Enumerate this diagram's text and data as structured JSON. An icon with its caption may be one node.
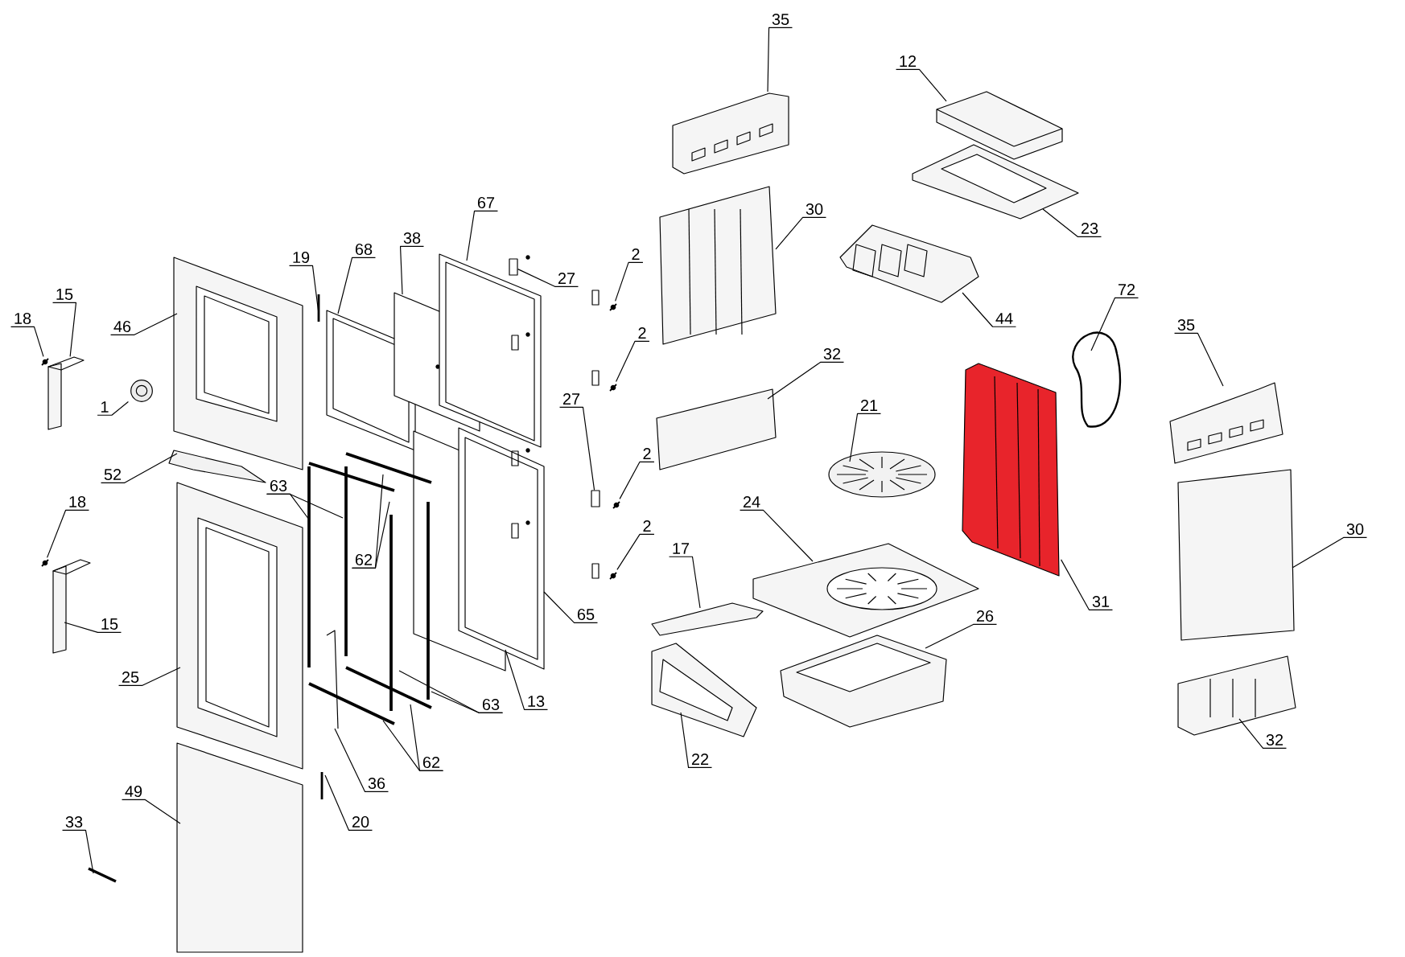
{
  "diagram": {
    "nodes": [
      {
        "text": [
          "35"
        ]
      },
      {
        "text": [
          "12"
        ]
      },
      {
        "text": [
          "67"
        ]
      },
      {
        "text": [
          "30"
        ]
      },
      {
        "text": [
          "23"
        ]
      },
      {
        "text": [
          "38"
        ]
      },
      {
        "text": [
          "68"
        ]
      },
      {
        "text": [
          "2"
        ]
      },
      {
        "text": [
          "19"
        ]
      },
      {
        "text": [
          "27"
        ]
      },
      {
        "text": [
          "72"
        ]
      },
      {
        "text": [
          "15"
        ]
      },
      {
        "text": [
          "44"
        ]
      },
      {
        "text": [
          "18"
        ]
      },
      {
        "text": [
          "35"
        ]
      },
      {
        "text": [
          "46"
        ]
      },
      {
        "text": [
          "2"
        ]
      },
      {
        "text": [
          "32"
        ]
      },
      {
        "text": [
          "27"
        ]
      },
      {
        "text": [
          "21"
        ]
      },
      {
        "text": [
          "1"
        ]
      },
      {
        "text": [
          "2"
        ]
      },
      {
        "text": [
          "52"
        ]
      },
      {
        "text": [
          "63"
        ]
      },
      {
        "text": [
          "18"
        ]
      },
      {
        "text": [
          "24"
        ]
      },
      {
        "text": [
          "2"
        ]
      },
      {
        "text": [
          "30"
        ]
      },
      {
        "text": [
          "17"
        ]
      },
      {
        "text": [
          "62"
        ]
      },
      {
        "text": [
          "31"
        ]
      },
      {
        "text": [
          "65"
        ]
      },
      {
        "text": [
          "26"
        ]
      },
      {
        "text": [
          "15"
        ]
      },
      {
        "text": [
          "25"
        ]
      },
      {
        "text": [
          "13"
        ]
      },
      {
        "text": [
          "63"
        ]
      },
      {
        "text": [
          "32"
        ]
      },
      {
        "text": [
          "22"
        ]
      },
      {
        "text": [
          "62"
        ]
      },
      {
        "text": [
          "36"
        ]
      },
      {
        "text": [
          "49"
        ]
      },
      {
        "text": [
          "33"
        ]
      },
      {
        "text": [
          "20"
        ]
      },
      {
        "text": [],
        "shape": "picture"
      },
      {
        "text": [],
        "shape": "picture"
      },
      {
        "text": [],
        "shape": "picture"
      },
      {
        "text": [],
        "shape": "picture"
      },
      {
        "text": [],
        "shape": "box"
      },
      {
        "text": [],
        "shape": "box"
      },
      {
        "text": [],
        "shape": "picture"
      },
      {
        "text": [],
        "shape": "picture"
      },
      {
        "text": [],
        "shape": "picture"
      },
      {
        "text": [],
        "shape": "picture"
      },
      {
        "text": [],
        "shape": "picture"
      }
    ],
    "edges": [
      {
        "from": 0,
        "to": null,
        "arrow": "none"
      },
      {
        "from": 1,
        "to": null,
        "arrow": "none"
      },
      {
        "from": 2,
        "to": null,
        "arrow": "none"
      },
      {
        "from": 3,
        "to": null,
        "arrow": "none"
      },
      {
        "from": 4,
        "to": null,
        "arrow": "none"
      },
      {
        "from": 5,
        "to": null,
        "arrow": "none"
      },
      {
        "from": 6,
        "to": null,
        "arrow": "none"
      },
      {
        "from": 7,
        "to": 44,
        "arrow": "none"
      },
      {
        "from": 8,
        "to": null,
        "arrow": "none"
      },
      {
        "from": 9,
        "to": 48,
        "arrow": "none"
      },
      {
        "from": 10,
        "to": null,
        "arrow": "none"
      },
      {
        "from": 11,
        "to": 50,
        "arrow": "none"
      },
      {
        "from": 12,
        "to": null,
        "arrow": "none"
      },
      {
        "from": 13,
        "to": 51,
        "arrow": "none"
      },
      {
        "from": 14,
        "to": null,
        "arrow": "none"
      },
      {
        "from": 15,
        "to": null,
        "arrow": "none"
      },
      {
        "from": 16,
        "to": 45,
        "arrow": "none"
      },
      {
        "from": 17,
        "to": null,
        "arrow": "none"
      },
      {
        "from": 18,
        "to": 49,
        "arrow": "none"
      },
      {
        "from": 19,
        "to": null,
        "arrow": "none"
      },
      {
        "from": 20,
        "to": 52,
        "arrow": "none"
      },
      {
        "from": 21,
        "to": 46,
        "arrow": "none"
      },
      {
        "from": 22,
        "to": null,
        "arrow": "none"
      },
      {
        "from": 23,
        "to": null,
        "arrow": "none"
      },
      {
        "from": 23,
        "to": null,
        "arrow": "none"
      },
      {
        "from": 24,
        "to": 53,
        "arrow": "none"
      },
      {
        "from": 25,
        "to": null,
        "arrow": "none"
      },
      {
        "from": 26,
        "to": 47,
        "arrow": "none"
      },
      {
        "from": 27,
        "to": null,
        "arrow": "none"
      },
      {
        "from": 28,
        "to": null,
        "arrow": "none"
      },
      {
        "from": 29,
        "to": null,
        "arrow": "none"
      },
      {
        "from": 29,
        "to": null,
        "arrow": "none"
      },
      {
        "from": 30,
        "to": 54,
        "arrow": "none"
      },
      {
        "from": 31,
        "to": null,
        "arrow": "none"
      },
      {
        "from": 32,
        "to": null,
        "arrow": "none"
      },
      {
        "from": 33,
        "to": null,
        "arrow": "none"
      },
      {
        "from": 34,
        "to": null,
        "arrow": "none"
      },
      {
        "from": 35,
        "to": null,
        "arrow": "none"
      },
      {
        "from": 36,
        "to": null,
        "arrow": "none"
      },
      {
        "from": 36,
        "to": null,
        "arrow": "none"
      },
      {
        "from": 37,
        "to": null,
        "arrow": "none"
      },
      {
        "from": 38,
        "to": null,
        "arrow": "none"
      },
      {
        "from": 39,
        "to": null,
        "arrow": "none"
      },
      {
        "from": 39,
        "to": null,
        "arrow": "none"
      },
      {
        "from": 40,
        "to": null,
        "arrow": "none"
      },
      {
        "from": 41,
        "to": null,
        "arrow": "none"
      },
      {
        "from": 42,
        "to": null,
        "arrow": "none"
      },
      {
        "from": 43,
        "to": null,
        "arrow": "none"
      }
    ]
  }
}
